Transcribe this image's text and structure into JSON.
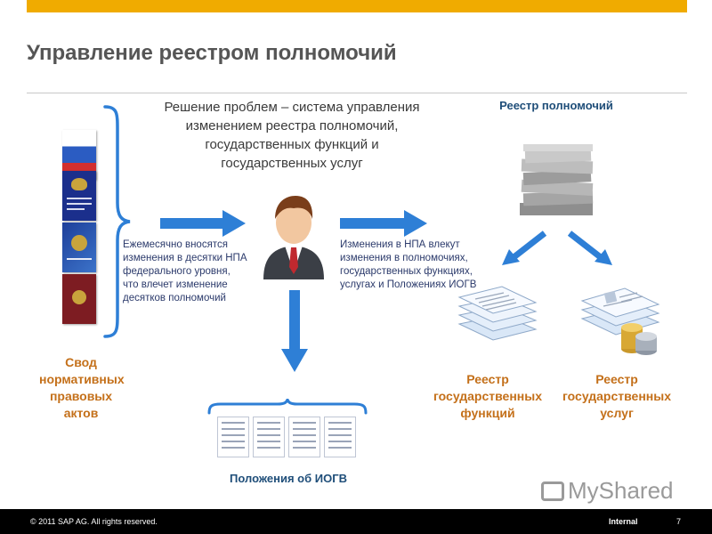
{
  "slide": {
    "title": "Управление реестром полномочий",
    "headline": "Решение проблем – система управления изменением реестра полномочий, государственных функций и государственных услуг",
    "registry_title": "Реестр полномочий",
    "left_label": "Свод нормативных правовых актов",
    "left_note": "Ежемесячно вносятся изменения в десятки НПА федерального уровня, что влечет изменение десятков полномочий",
    "middle_note": "Изменения в НПА влекут изменения в полномочиях, государственных функциях, услугах и Положениях ИОГВ",
    "bottom_label": "Положения об ИОГВ",
    "functions_label": "Реестр государственных функций",
    "services_label": "Реестр государственных услуг"
  },
  "footer": {
    "copyright": "© 2011 SAP AG. All rights reserved.",
    "classification": "Internal",
    "page_number": "7"
  },
  "watermark": {
    "text": "MyShared"
  },
  "colors": {
    "accent_bar": "#f0ab00",
    "arrow_blue": "#2e7fd6",
    "label_orange": "#c4701a",
    "registry_blue": "#1f4e79"
  },
  "icons": [
    "document-cover-icon",
    "arrow-right-icon",
    "arrow-down-icon",
    "businessman-icon",
    "paper-stack-icon",
    "documents-icon",
    "coins-icon",
    "bracket-icon"
  ]
}
